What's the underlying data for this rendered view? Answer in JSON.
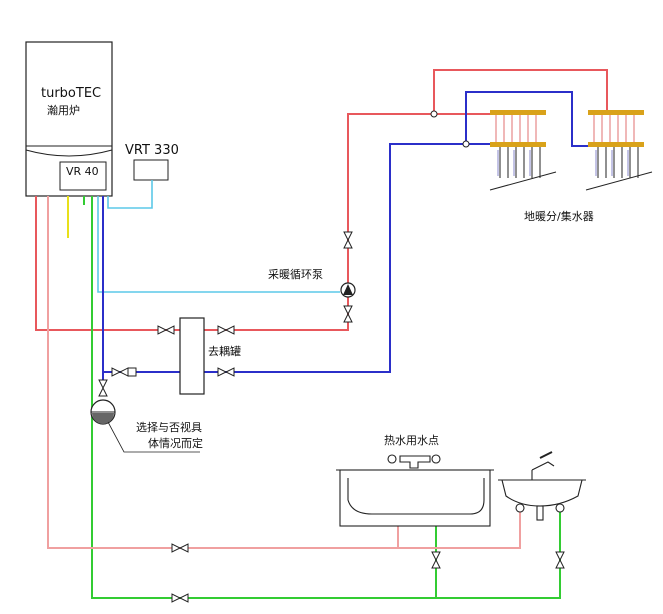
{
  "boiler": {
    "brand": "turboTEC",
    "subtitle": "瀚用炉",
    "controller": "VR 40"
  },
  "thermostat": {
    "label": "VRT  330"
  },
  "manifold": {
    "label": "地暖分/集水器"
  },
  "pump": {
    "label": "采暖循环泵"
  },
  "separator": {
    "label": "去耦罐"
  },
  "expansion": {
    "label_line1": "选择与否视具",
    "label_line2": "体情况而定"
  },
  "hot_water": {
    "label": "热水用水点"
  },
  "colors": {
    "hot_supply": "#e8585c",
    "hot_return": "#2b2fc9",
    "control_cable": "#5bc8e8",
    "cold_water": "#33cc33",
    "dhw": "#f0a0a0",
    "yellow_line": "#e8e01a",
    "manifold_bar": "#d9a21a",
    "outline": "#222222"
  }
}
